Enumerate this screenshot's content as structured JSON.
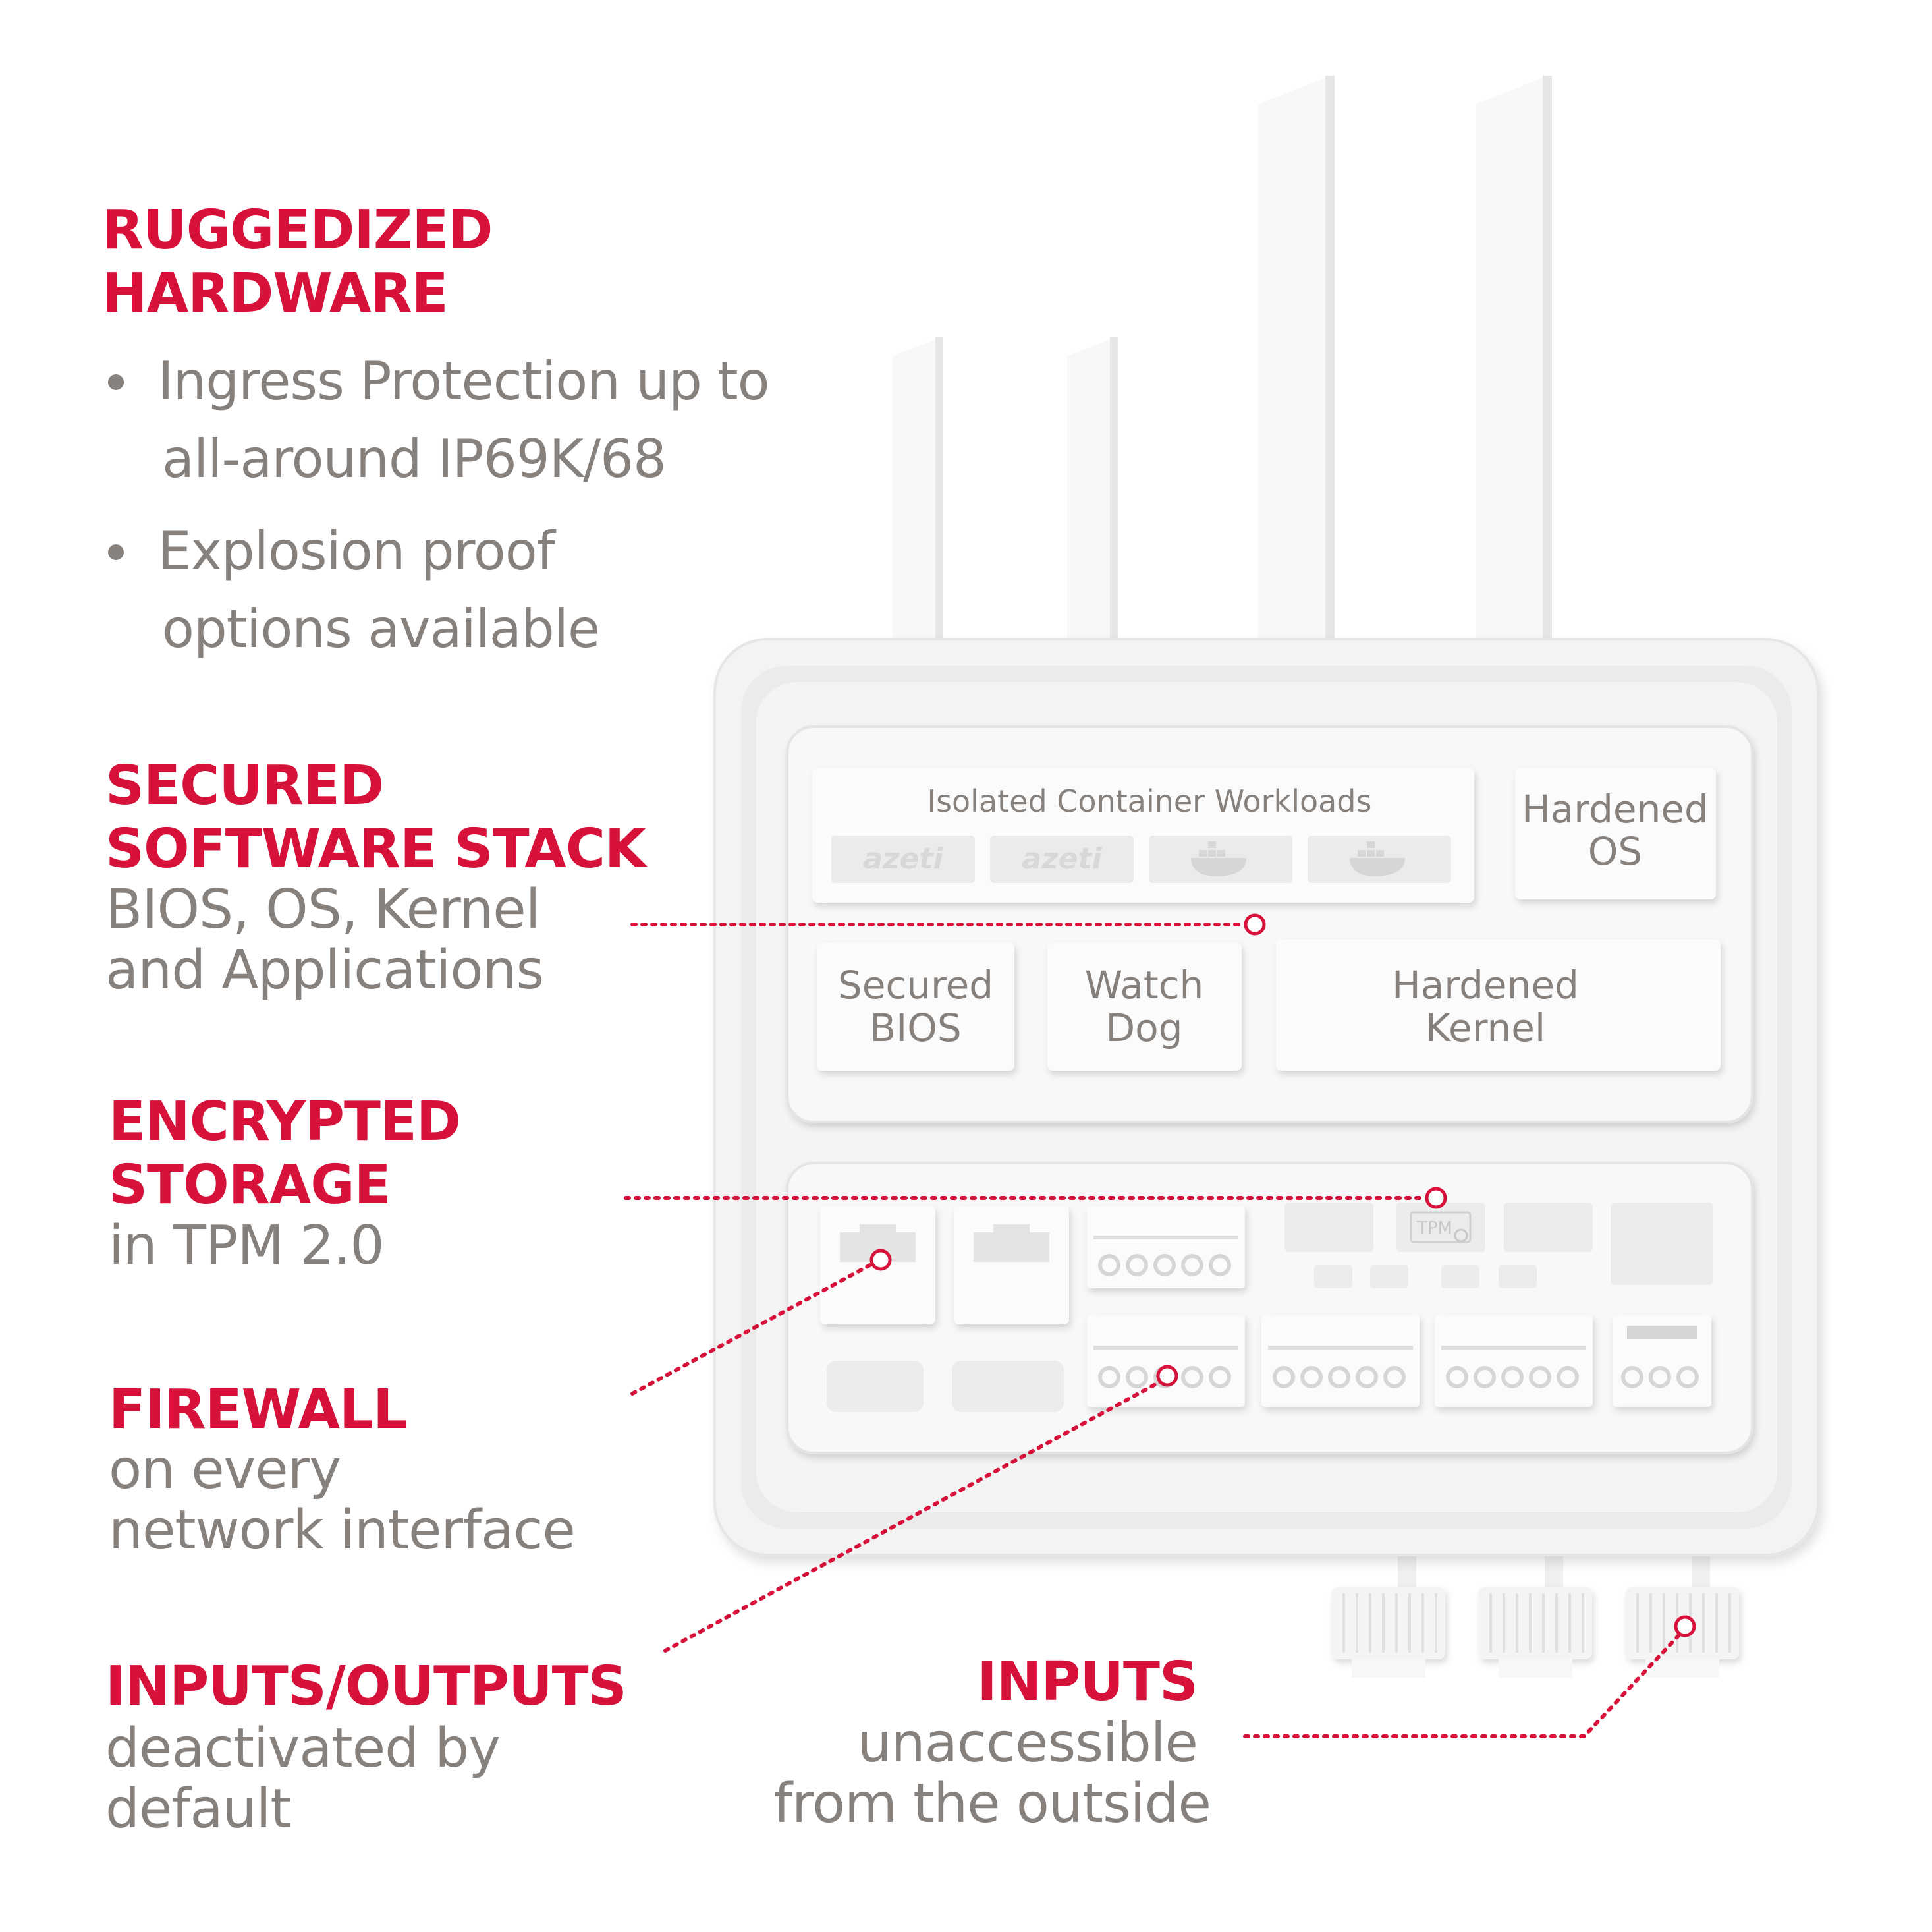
{
  "sections": {
    "hardware": {
      "title_lines": [
        "RUGGEDIZED",
        "HARDWARE"
      ],
      "bullets": [
        {
          "lines": [
            "Ingress Protection up to",
            "all-around IP69K/68"
          ]
        },
        {
          "lines": [
            "Explosion proof",
            "options available"
          ]
        }
      ]
    },
    "software": {
      "title_lines": [
        "SECURED",
        "SOFTWARE STACK"
      ],
      "desc_lines": [
        "BIOS, OS, Kernel",
        "and Applications"
      ]
    },
    "storage": {
      "title_lines": [
        "ENCRYPTED",
        "STORAGE"
      ],
      "desc_lines": [
        "in TPM 2.0"
      ]
    },
    "firewall": {
      "title_lines": [
        "FIREWALL"
      ],
      "desc_lines": [
        "on every",
        "network interface"
      ]
    },
    "io": {
      "title_lines": [
        "INPUTS/OUTPUTS"
      ],
      "desc_lines": [
        "deactivated by",
        "default"
      ]
    },
    "inputs": {
      "title_lines": [
        "INPUTS"
      ],
      "desc_lines": [
        "unaccessible",
        "from the outside"
      ]
    }
  },
  "device": {
    "container_title": "Isolated Container Workloads",
    "container_labels": [
      "azeti",
      "azeti"
    ],
    "hardened_os": [
      "Hardened",
      "OS"
    ],
    "secured_bios": [
      "Secured",
      "BIOS"
    ],
    "watch_dog": [
      "Watch",
      "Dog"
    ],
    "hardened_kernel": [
      "Hardened",
      "Kernel"
    ],
    "tpm_label": "TPM"
  },
  "colors": {
    "accent": "#d6123b",
    "text_gray": "#87817e",
    "device_body": "#f2f2f2"
  }
}
